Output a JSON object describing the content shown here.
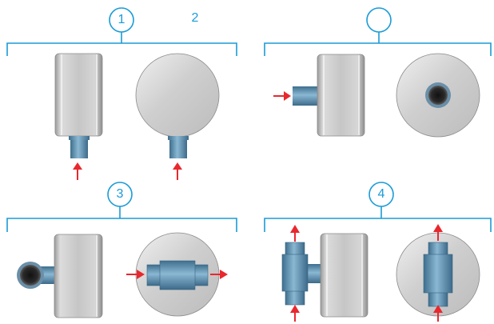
{
  "colors": {
    "accent": "#1a9bd7",
    "arrow": "#e8282e",
    "pipe": "#5a93b5",
    "body": "#d4d4d4"
  },
  "panels": [
    {
      "badge": "1",
      "extra_label": "2",
      "variant": "bottom-entry"
    },
    {
      "badge": "",
      "variant": "back-entry"
    },
    {
      "badge": "3",
      "variant": "side-pass-through"
    },
    {
      "badge": "4",
      "variant": "vertical-pass-through"
    }
  ]
}
